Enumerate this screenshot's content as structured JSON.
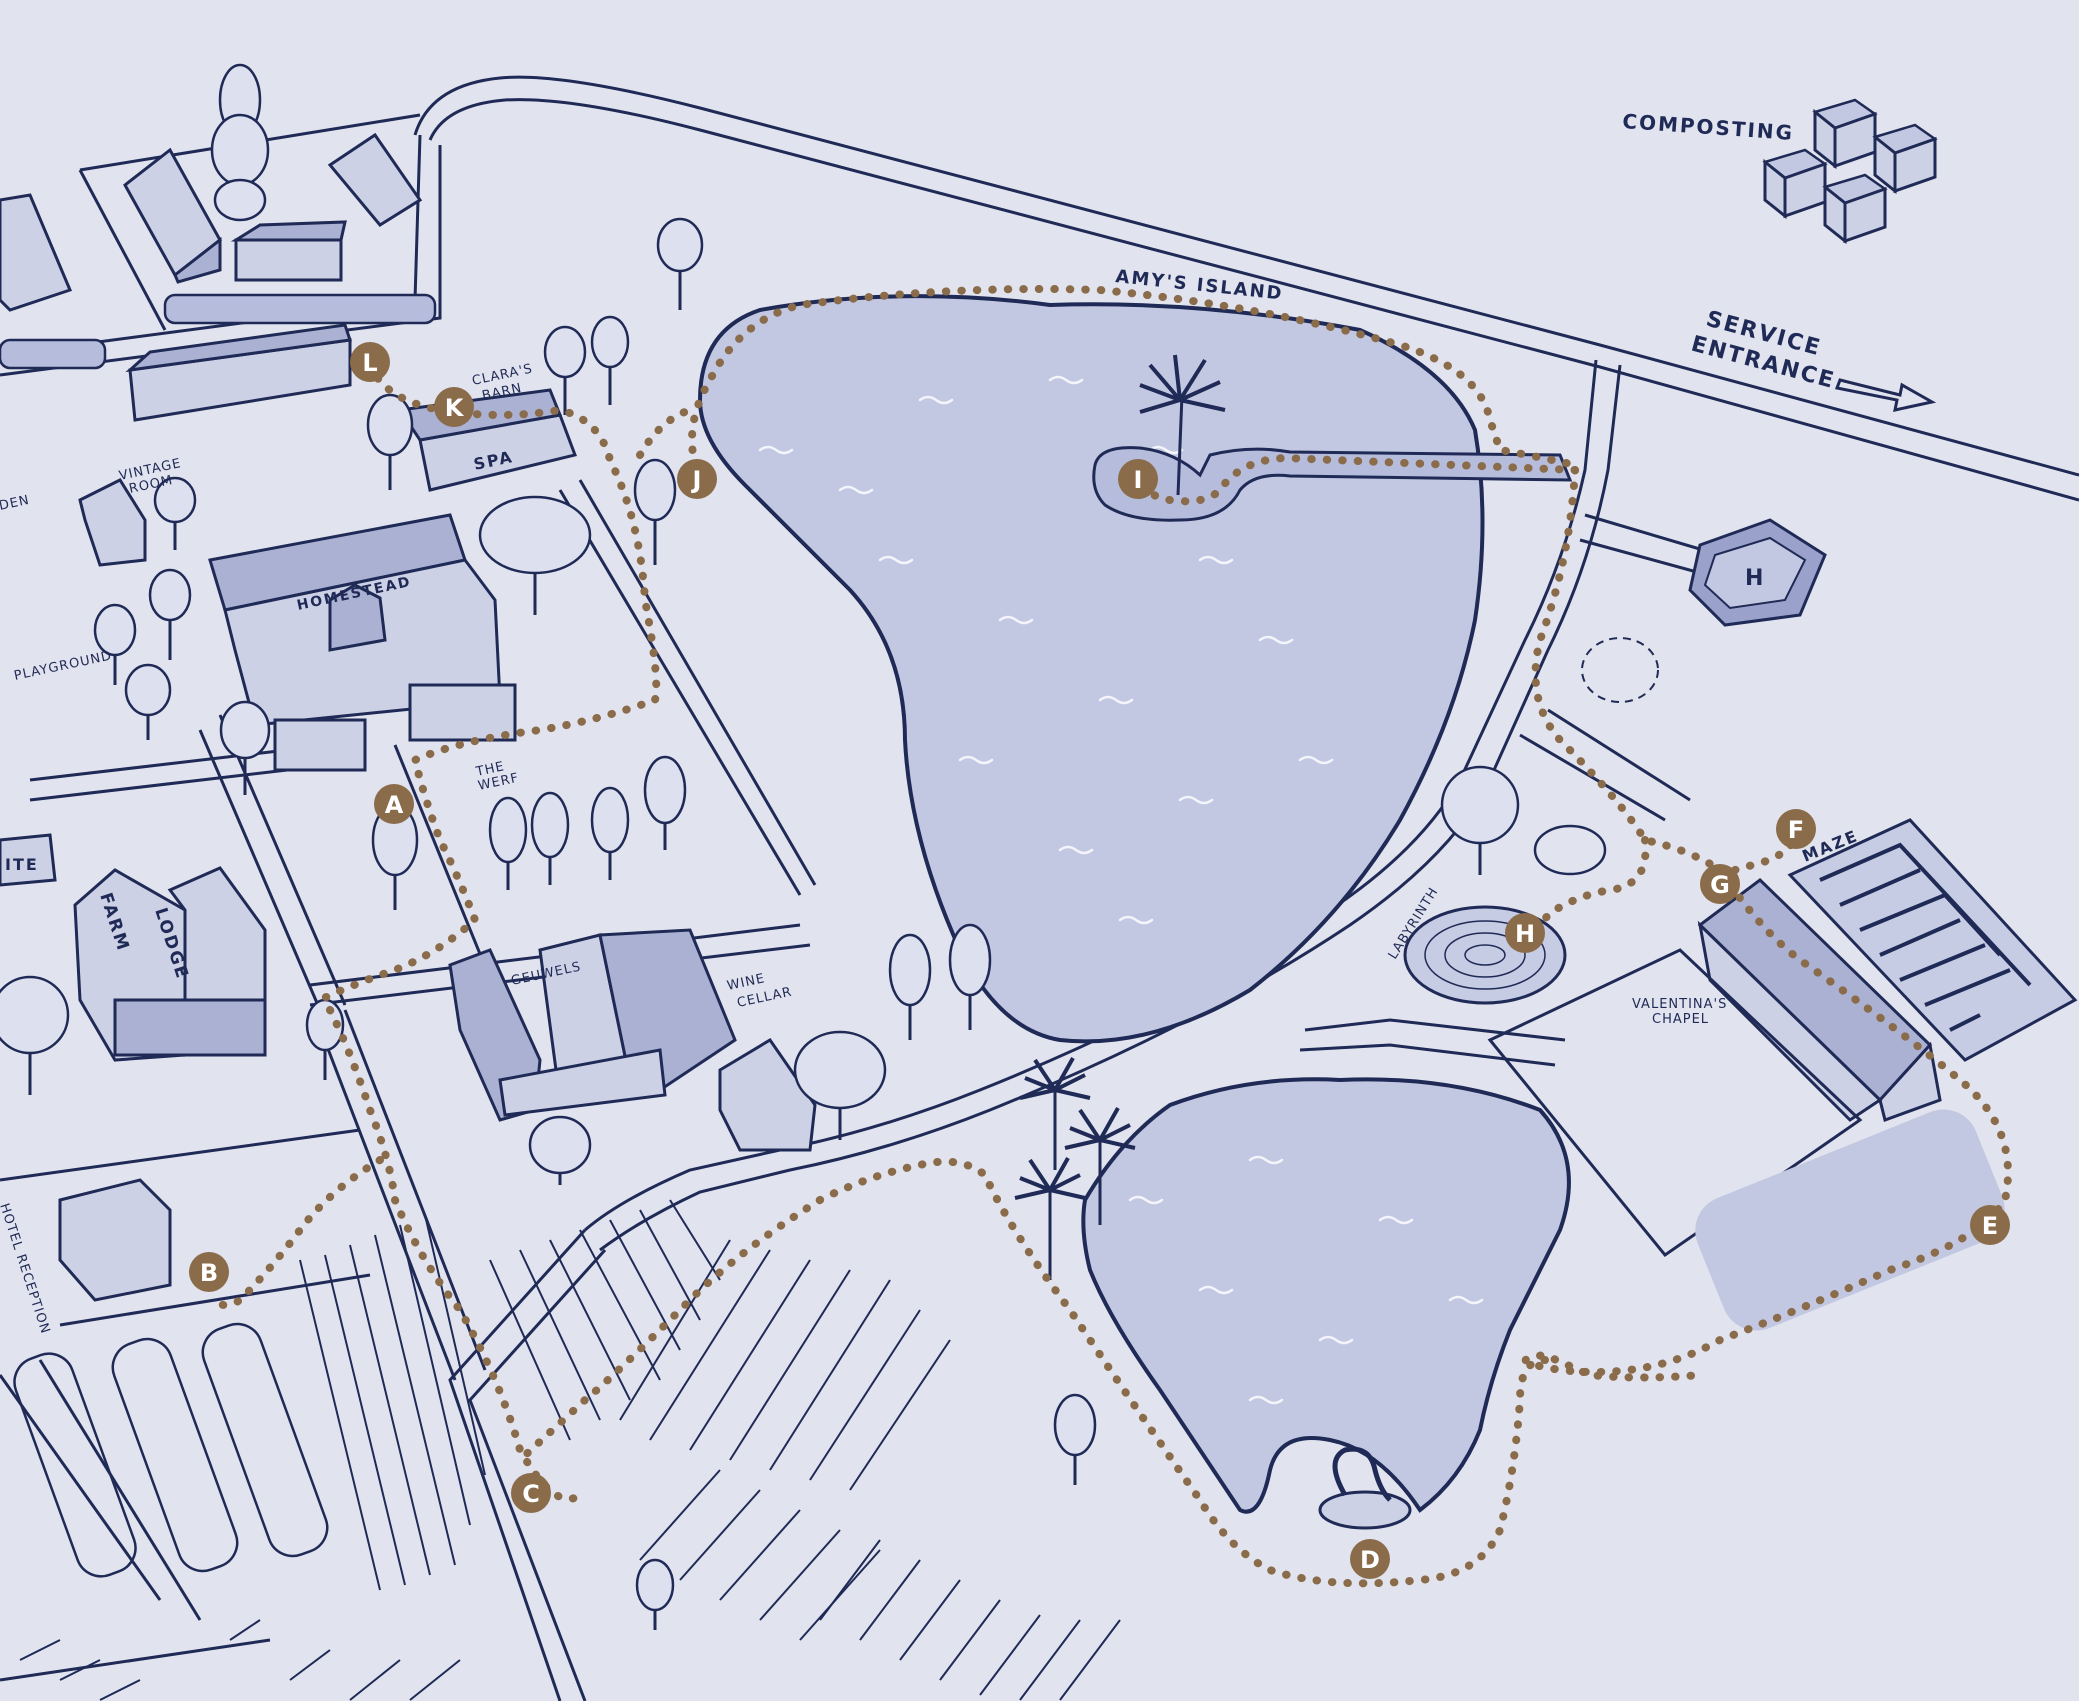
{
  "map": {
    "labels": {
      "composting": "COMPOSTING",
      "service_entrance_line1": "SERVICE",
      "service_entrance_line2": "ENTRANCE",
      "amys_island": "AMY'S ISLAND",
      "claras_barn_line1": "CLARA'S",
      "claras_barn_line2": "BARN",
      "spa": "SPA",
      "vintage_room_line1": "VINTAGE",
      "vintage_room_line2": "ROOM",
      "den": "DEN",
      "homestead": "HOMESTEAD",
      "playground": "PLAYGROUND",
      "the_werf_line1": "THE",
      "the_werf_line2": "WERF",
      "farm": "FARM",
      "lodge": "LODGE",
      "ite": "ITE",
      "geuwels": "GEUWELS",
      "wine_cellar_line1": "WINE",
      "wine_cellar_line2": "CELLAR",
      "hotel_reception": "HOTEL RECEPTION",
      "labyrinth": "LABYRINTH",
      "valentinas_chapel_line1": "VALENTINA'S",
      "valentinas_chapel_line2": "CHAPEL",
      "maze": "MAZE",
      "helipad": "H"
    },
    "markers": [
      "A",
      "B",
      "C",
      "D",
      "E",
      "F",
      "G",
      "H",
      "I",
      "J",
      "K",
      "L"
    ],
    "colors": {
      "background": "#e1e3ee",
      "ink": "#1f2a56",
      "water": "#c3c8e2",
      "trail": "#8a6b4a",
      "marker": "#8a6b4a"
    }
  }
}
